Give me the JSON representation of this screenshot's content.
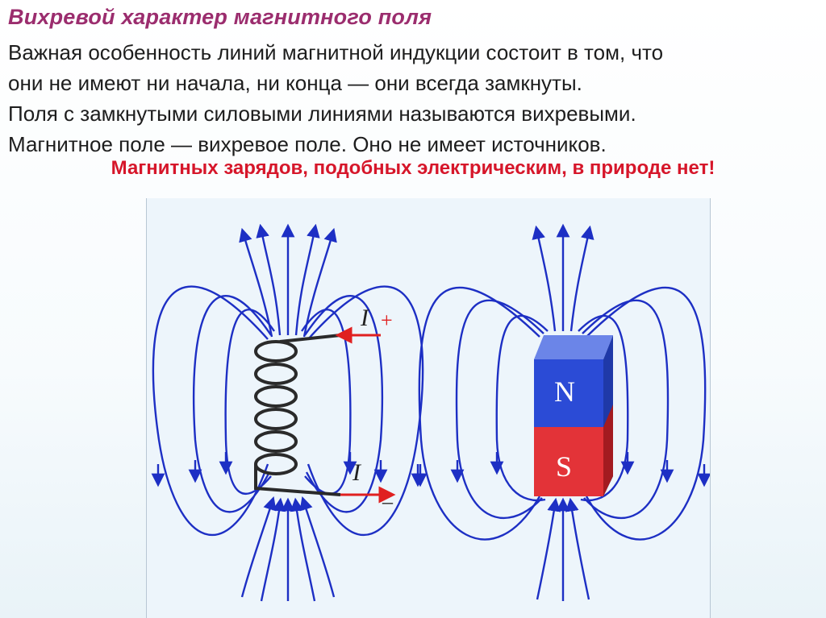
{
  "title": "Вихревой характер магнитного поля",
  "paragraphs": [
    "Важная особенность линий магнитной индукции состоит в том, что",
    "они не имеют ни начала, ни конца — они всегда замкнуты.",
    "Поля с замкнутыми силовыми линиями называются вихревыми.",
    "Магнитное поле — вихревое поле. Оно не имеет источников."
  ],
  "highlight": "Магнитных зарядов, подобных электрическим, в природе нет!",
  "figure": {
    "solenoid": {
      "current_top_label": "I",
      "current_top_sign": "+",
      "current_bottom_label": "I",
      "current_bottom_sign": "–"
    },
    "magnet": {
      "north_label": "N",
      "south_label": "S"
    },
    "colors": {
      "field_line": "#1d2fc4",
      "north": "#2b4bd6",
      "south": "#e33338",
      "arrow_current": "#e02020"
    }
  }
}
